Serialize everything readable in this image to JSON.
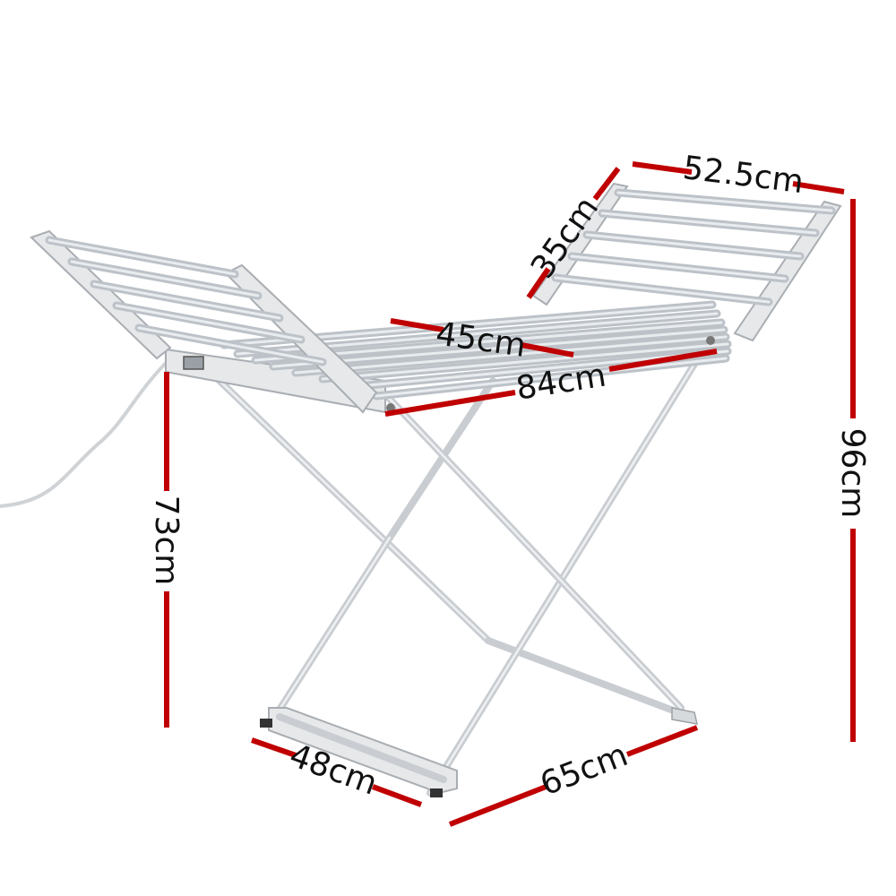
{
  "product": {
    "name": "heated-clothes-airer",
    "colors": {
      "frame": "#c9cdd1",
      "dimension_line": "#c00000",
      "text": "#111111",
      "cord": "#d5d8db"
    }
  },
  "dimensions": {
    "wing_width": "52.5cm",
    "wing_depth": "35cm",
    "center_depth": "45cm",
    "top_length": "84cm",
    "total_height": "96cm",
    "rail_height": "73cm",
    "base_depth": "48cm",
    "base_length": "65cm"
  }
}
